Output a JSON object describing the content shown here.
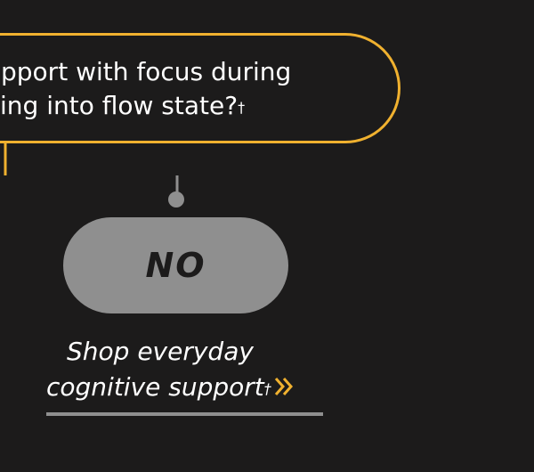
{
  "question": {
    "line1": "pport with focus during",
    "line2": "ing into flow state?",
    "dagger": "†"
  },
  "answer": {
    "label": "NO"
  },
  "cta": {
    "line1": "Shop everyday",
    "line2": "cognitive support",
    "dagger": "†",
    "icon": "double-chevron-right-icon"
  },
  "colors": {
    "accent": "#f0b12f",
    "background": "#1c1b1b",
    "pill": "#8f8f8f",
    "text": "#ffffff"
  }
}
